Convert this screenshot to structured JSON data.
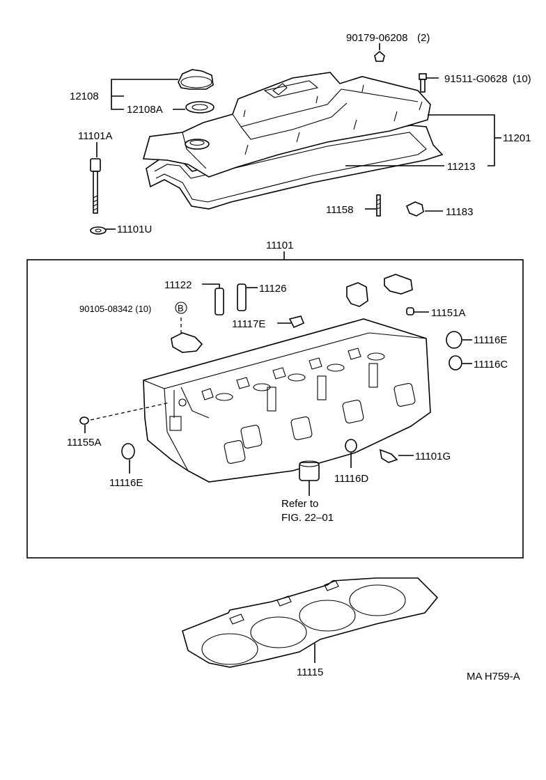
{
  "parts": {
    "p90179": "90179-06208",
    "p90179_qty": "(2)",
    "p91511": "91511-G0628",
    "p91511_qty": "(10)",
    "p12108": "12108",
    "p12108A": "12108A",
    "p11101A": "11101A",
    "p11201": "11201",
    "p11213": "11213",
    "p11158": "11158",
    "p11183": "11183",
    "p11101U": "11101U",
    "p11101": "11101",
    "p11122": "11122",
    "p11126": "11126",
    "p90105": "90105-08342 (10)",
    "p90105_ref": "B",
    "p11151A": "11151A",
    "p11117E": "11117E",
    "p11116E_r": "11116E",
    "p11116C": "11116C",
    "p11155A": "11155A",
    "p11101G": "11101G",
    "p11116E_l": "11116E",
    "p11116D": "11116D",
    "refer_line1": "Refer to",
    "refer_line2": "FIG. 22–01",
    "p11115": "11115",
    "drawing_id": "MA  H759-A"
  }
}
